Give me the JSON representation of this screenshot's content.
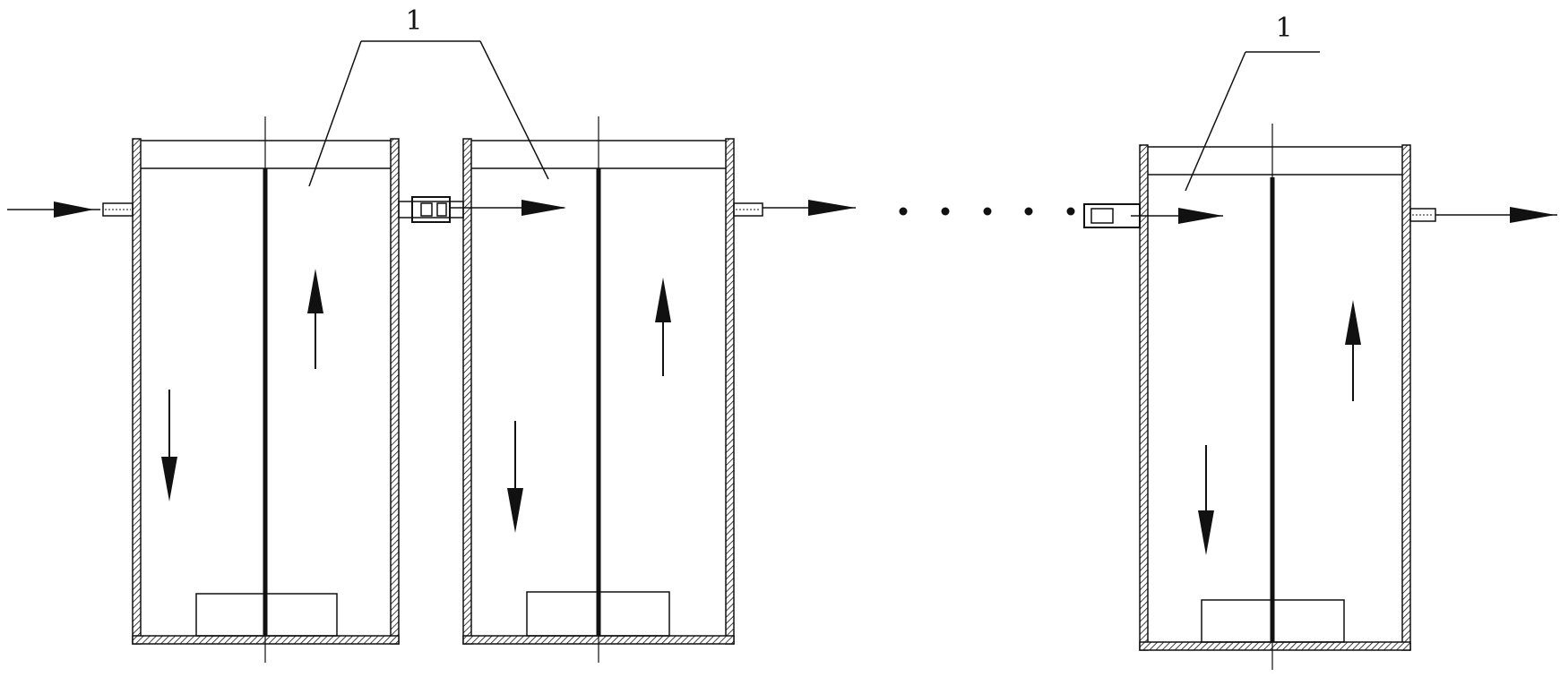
{
  "diagram": {
    "labels": [
      {
        "id": "label-left",
        "text": "1"
      },
      {
        "id": "label-right",
        "text": "1"
      }
    ],
    "tank_count_shown": 3,
    "continuation": "ellipsis-dots",
    "colors": {
      "line": "#111111",
      "background": "#ffffff"
    }
  }
}
